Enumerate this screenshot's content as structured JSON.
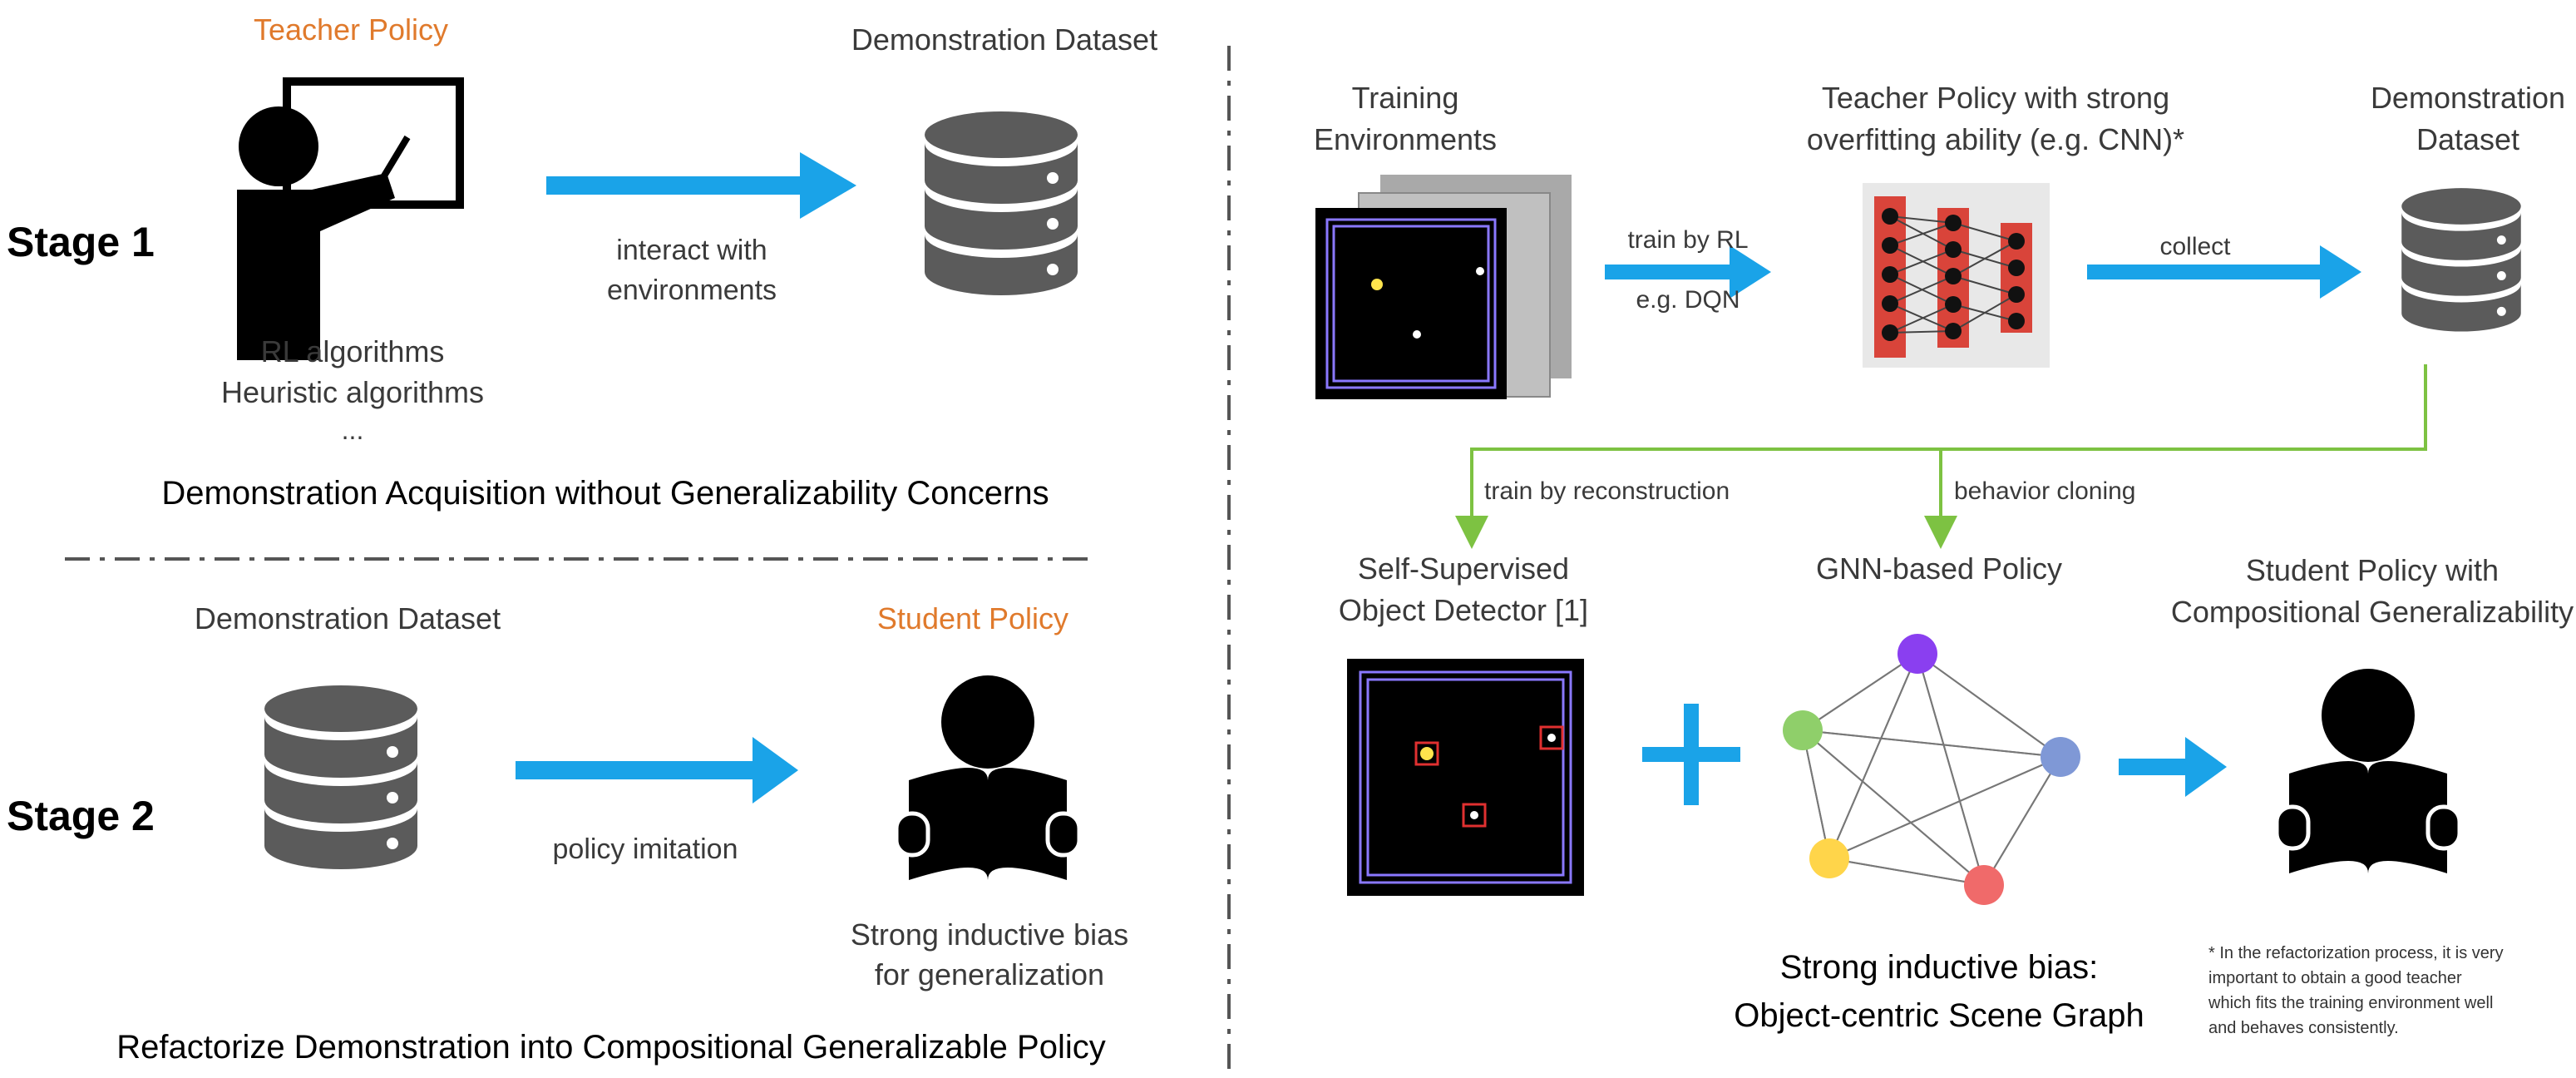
{
  "left": {
    "stage1_label": "Stage 1",
    "stage2_label": "Stage 2",
    "teacher_policy": "Teacher Policy",
    "demo_dataset_top": "Demonstration Dataset",
    "interact_line1": "interact with",
    "interact_line2": "environments",
    "rl_algorithms": "RL algorithms",
    "heuristic_algorithms": "Heuristic algorithms",
    "ellipsis": "...",
    "acquisition_caption": "Demonstration Acquisition without Generalizability Concerns",
    "demo_dataset_bottom": "Demonstration Dataset",
    "student_policy": "Student Policy",
    "policy_imitation": "policy imitation",
    "inductive_line1": "Strong inductive bias",
    "inductive_line2": "for generalization",
    "refactorize_caption": "Refactorize Demonstration into Compositional Generalizable Policy"
  },
  "right": {
    "training_env_line1": "Training",
    "training_env_line2": "Environments",
    "teacher_line1": "Teacher Policy with strong",
    "teacher_line2": "overfitting ability (e.g. CNN)*",
    "dataset_line1": "Demonstration",
    "dataset_line2": "Dataset",
    "train_by_rl": "train by RL",
    "eg_dqn": "e.g. DQN",
    "collect": "collect",
    "train_by_reconstruction": "train by reconstruction",
    "behavior_cloning": "behavior cloning",
    "detector_line1": "Self-Supervised",
    "detector_line2": "Object Detector [1]",
    "gnn_policy": "GNN-based Policy",
    "student_line1": "Student Policy with",
    "student_line2": "Compositional Generalizability",
    "scene_line1": "Strong inductive bias:",
    "scene_line2": "Object-centric Scene Graph",
    "footnote_line1": "* In the refactorization process, it is very",
    "footnote_line2": "important to obtain a good teacher",
    "footnote_line3": "which fits the training environment well",
    "footnote_line4": "and behaves consistently."
  },
  "colors": {
    "arrow_blue": "#1aa3e8",
    "arrow_green": "#7dc242",
    "accent_orange": "#e07a2c",
    "db_gray": "#5b5b5b",
    "node_purple": "#8a3ff0",
    "node_green": "#8fcf6a",
    "node_blue": "#7f98d6",
    "node_yellow": "#ffd54a",
    "node_red": "#f06a6a"
  },
  "icons": [
    "teacher-icon",
    "database-icon",
    "reader-icon",
    "cnn-icon",
    "scene-graph-icon",
    "game-screen-icon",
    "plus-icon"
  ]
}
